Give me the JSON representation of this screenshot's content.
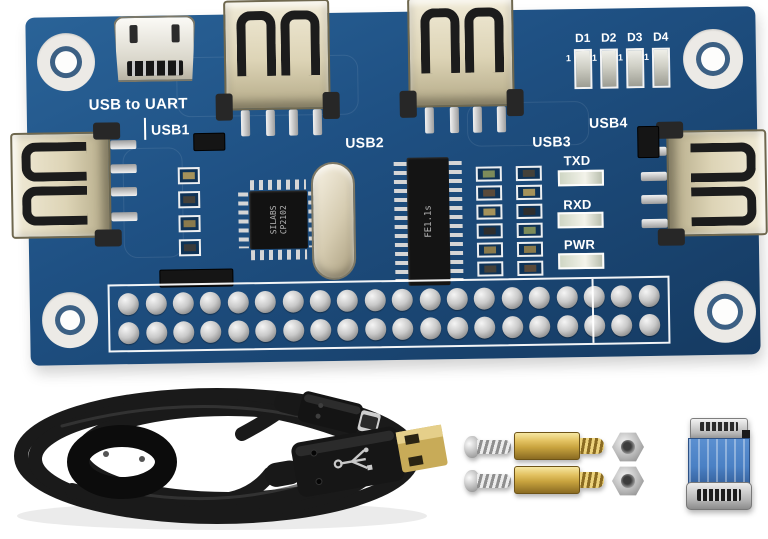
{
  "palette": {
    "pcb": "#1f5184",
    "pcb_dark": "#153a61",
    "silk": "#ffffff",
    "port_metal_light": "#f0ead6",
    "port_metal_dark": "#b3a987",
    "brass": "#c9a43f",
    "adapter_blue": "#4a80c4",
    "background": "#ffffff"
  },
  "board": {
    "labels": {
      "usb_to_uart": "USB to UART",
      "usb1": "USB1",
      "usb2": "USB2",
      "usb3": "USB3",
      "usb4": "USB4"
    },
    "leds": [
      {
        "label": "D1",
        "polarity": "1"
      },
      {
        "label": "D2",
        "polarity": "1"
      },
      {
        "label": "D3",
        "polarity": "1"
      },
      {
        "label": "D4",
        "polarity": "1"
      }
    ],
    "status_leds": [
      {
        "label": "TXD"
      },
      {
        "label": "RXD"
      },
      {
        "label": "PWR"
      }
    ],
    "chips": [
      {
        "marking_line1": "SILABS",
        "marking_line2": "CP2102"
      },
      {
        "marking_line1": "FE1.1s"
      }
    ],
    "header": {
      "rows": 2,
      "cols": 20
    }
  }
}
